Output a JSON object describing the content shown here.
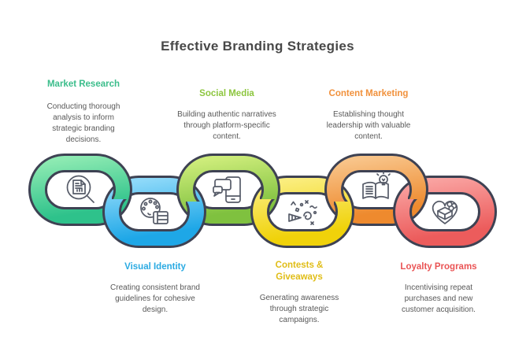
{
  "title": "Effective Branding Strategies",
  "colors": {
    "title": "#484848",
    "body_text": "#595959",
    "ring_outline": "#3e4253",
    "icon_stroke": "#565b68",
    "background": "#ffffff"
  },
  "strategies": [
    {
      "label": "Market Research",
      "description": "Conducting thorough analysis to inform strategic branding decisions.",
      "label_color": "#3bbd8b",
      "ring_gradient": [
        "#8deab2",
        "#2ec28b"
      ],
      "icon": "magnifier-report-icon",
      "row": "top"
    },
    {
      "label": "Visual Identity",
      "description": "Creating consistent brand guidelines for cohesive design.",
      "label_color": "#2aaae2",
      "ring_gradient": [
        "#8ed9f9",
        "#1ea7e7"
      ],
      "icon": "palette-card-icon",
      "row": "bottom"
    },
    {
      "label": "Social Media",
      "description": "Building authentic narratives through platform-specific content.",
      "label_color": "#8dc63f",
      "ring_gradient": [
        "#cdec7a",
        "#7fc13f"
      ],
      "icon": "phone-chat-icon",
      "row": "top"
    },
    {
      "label": "Contests & Giveaways",
      "description": "Generating awareness through strategic campaigns.",
      "label_color": "#e0bd16",
      "ring_gradient": [
        "#faed7d",
        "#f0d20a"
      ],
      "icon": "party-popper-icon",
      "row": "bottom"
    },
    {
      "label": "Content Marketing",
      "description": "Establishing thought leadership with valuable content.",
      "label_color": "#f1913c",
      "ring_gradient": [
        "#f8c489",
        "#ee8a2e"
      ],
      "icon": "book-bulb-icon",
      "row": "top"
    },
    {
      "label": "Loyalty Programs",
      "description": "Incentivising repeat purchases and new customer acquisition.",
      "label_color": "#ea5455",
      "ring_gradient": [
        "#f9a2a0",
        "#ec5c5c"
      ],
      "icon": "heart-gift-icon",
      "row": "bottom"
    }
  ]
}
